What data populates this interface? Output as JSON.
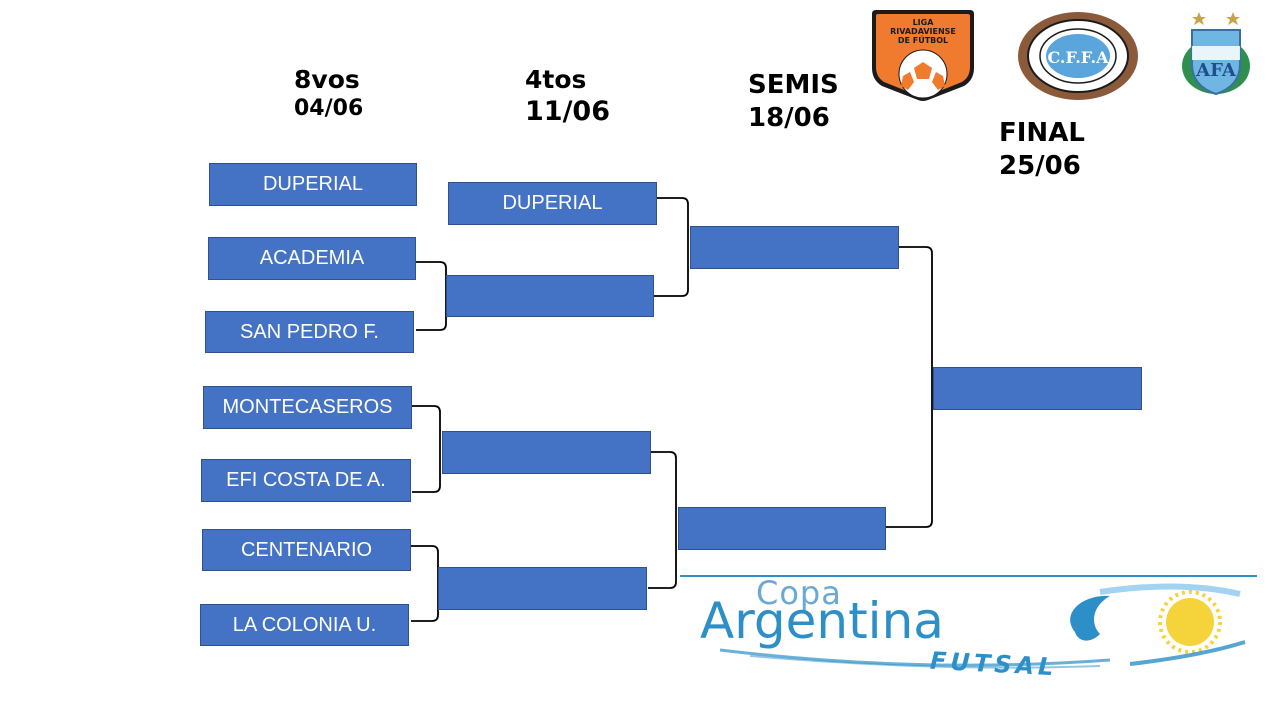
{
  "rounds": {
    "octavos": {
      "name": "8vos",
      "date": "04/06"
    },
    "cuartos": {
      "name": "4tos",
      "date": "11/06"
    },
    "semis": {
      "name": "SEMIS",
      "date": "18/06"
    },
    "final": {
      "name": "FINAL",
      "date": "25/06"
    }
  },
  "octavos": [
    "DUPERIAL",
    "ACADEMIA",
    "SAN PEDRO F.",
    "MONTECASEROS",
    "EFI COSTA DE A.",
    "CENTENARIO",
    "LA COLONIA U."
  ],
  "cuartos": [
    "DUPERIAL",
    "",
    "",
    ""
  ],
  "semis": [
    "",
    ""
  ],
  "final": [
    ""
  ],
  "logos": {
    "liga": {
      "text_top": "LIGA",
      "text_mid": "RIVADAVIENSE",
      "text_bot": "DE FÚTBOL",
      "color": "#F07A2E"
    },
    "cffa": {
      "text": "C.F.F.A",
      "color": "#1F5FA8"
    },
    "afa": {
      "text": "AFA",
      "color": "#6FB6E3"
    },
    "copa": {
      "line1": "Copa",
      "line2": "Argentina",
      "line3": "FUTSAL",
      "color": "#2C8FC7"
    }
  },
  "colors": {
    "slot": "#4472C4",
    "slot_border": "#2F528F",
    "line": "#000000"
  }
}
